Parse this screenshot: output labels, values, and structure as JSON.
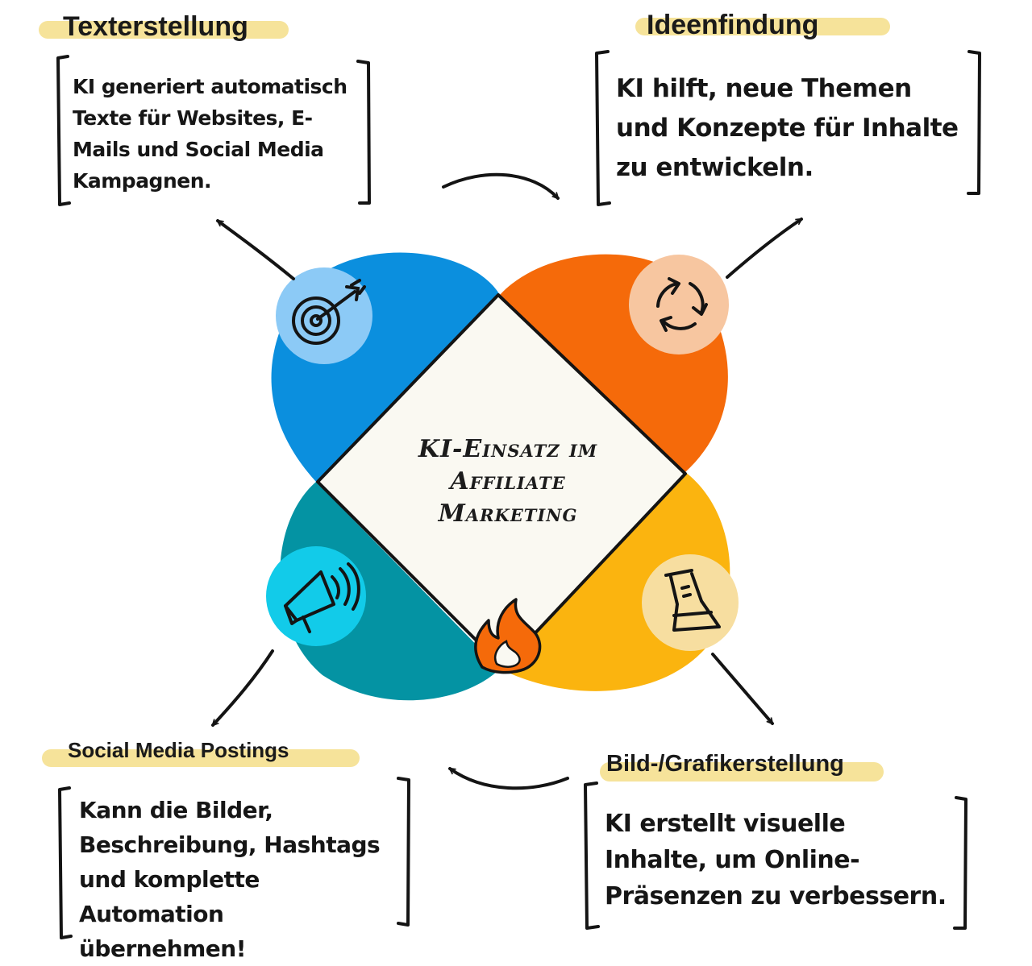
{
  "center": {
    "title": "KI-Einsatz im Affiliate Marketing"
  },
  "colors": {
    "blue": "#0b8fde",
    "orange": "#f56a0a",
    "teal": "#0493a3",
    "yellow": "#fbb40f",
    "center_fill": "#faf9f2",
    "highlight": "#f6e39a",
    "icon_blue_bg": "#8ccaf6",
    "icon_orange_bg": "#f7c6a0",
    "icon_teal_bg": "#12cbe9",
    "icon_yellow_bg": "#f7dea0",
    "fire": "#f56a0a"
  },
  "icons": {
    "top_left": "target-icon",
    "top_right": "refresh-cycle-icon",
    "bottom_left": "megaphone-icon",
    "bottom_right": "flask-icon",
    "center_bottom": "fire-icon"
  },
  "sections": {
    "texterstellung": {
      "title": "Texterstellung",
      "text": "KI generiert automatisch Texte für Websites, E-Mails und Social Media Kampagnen."
    },
    "ideenfindung": {
      "title": "Ideenfindung",
      "text": "KI hilft, neue Themen und Konzepte für Inhalte zu entwickeln."
    },
    "social_media": {
      "title": "Social Media Postings",
      "text": "Kann die Bilder, Beschreibung, Hashtags und komplette Automation übernehmen!"
    },
    "bildgrafik": {
      "title": "Bild-/Grafikerstellung",
      "text": "KI erstellt visuelle Inhalte, um Online-Präsenzen zu verbessern."
    }
  }
}
